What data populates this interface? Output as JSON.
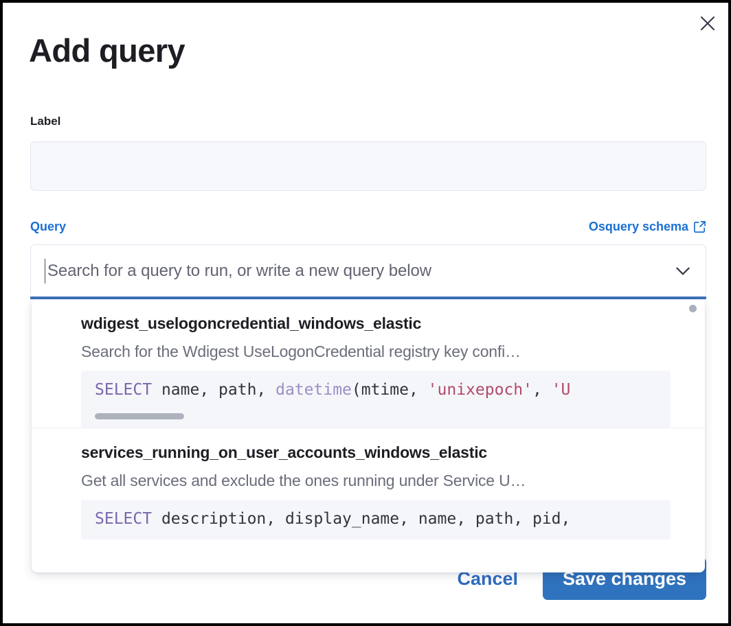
{
  "dialog": {
    "title": "Add query",
    "close_icon": "close-icon"
  },
  "label_field": {
    "label": "Label",
    "value": "",
    "placeholder": ""
  },
  "query_field": {
    "legend": "Query",
    "schema_link_text": "Osquery schema",
    "schema_link_icon": "external-link-icon",
    "combobox_placeholder": "Search for a query to run, or write a new query below",
    "combobox_value": "",
    "chevron_icon": "chevron-down-icon"
  },
  "dropdown": {
    "items": [
      {
        "title": "wdigest_uselogoncredential_windows_elastic",
        "description": "Search for the Wdigest UseLogonCredential registry key confi…",
        "code_segments": [
          {
            "text": "SELECT",
            "type": "keyword"
          },
          {
            "text": " name, path, ",
            "type": "plain"
          },
          {
            "text": "datetime",
            "type": "function"
          },
          {
            "text": "(mtime, ",
            "type": "plain"
          },
          {
            "text": "'unixepoch'",
            "type": "string"
          },
          {
            "text": ", ",
            "type": "plain"
          },
          {
            "text": "'U",
            "type": "string"
          }
        ],
        "has_scrollbar": true
      },
      {
        "title": "services_running_on_user_accounts_windows_elastic",
        "description": "Get all services and exclude the ones running under Service U…",
        "code_segments": [
          {
            "text": "SELECT",
            "type": "keyword"
          },
          {
            "text": " description, display_name, name, path, pid,",
            "type": "plain"
          }
        ],
        "has_scrollbar": false
      }
    ]
  },
  "footer": {
    "cancel_label": "Cancel",
    "save_label": "Save changes"
  },
  "colors": {
    "accent_blue": "#1a6fd4",
    "focus_underline": "#3b72ba",
    "primary_button": "#2f72bd",
    "sql_keyword": "#7a66ab",
    "sql_function": "#9b8ec4",
    "sql_string": "#b0496b",
    "text_primary": "#1d1e24",
    "text_muted": "#6a6d7a",
    "code_background": "#f5f6fa",
    "input_background": "#f7f8fc"
  }
}
